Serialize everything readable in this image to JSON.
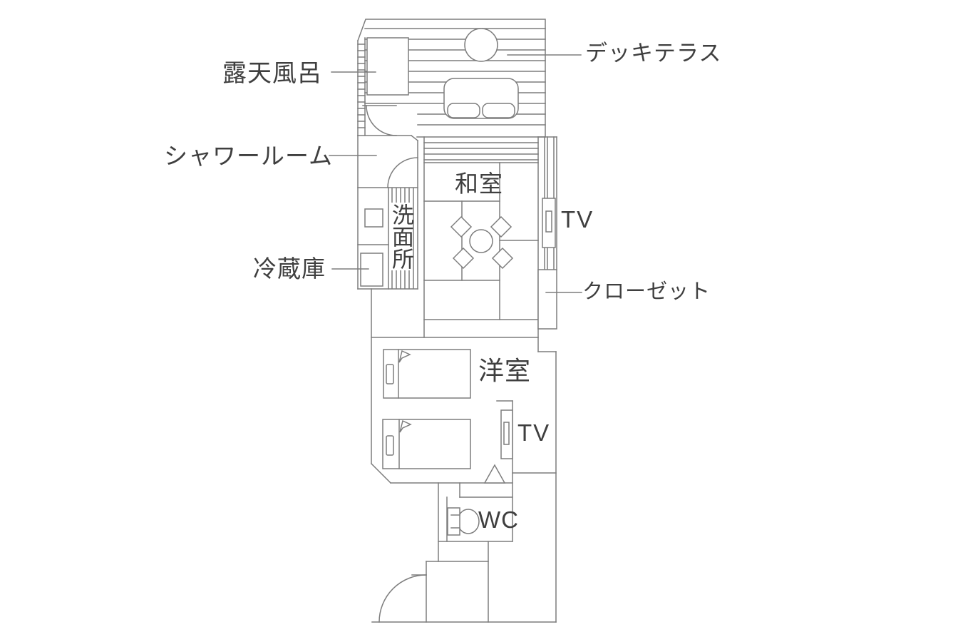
{
  "floor_plan": {
    "title": "ryokan-guest-room-floor-plan",
    "labels": {
      "open_air_bath": "露天風呂",
      "deck_terrace": "デッキテラス",
      "shower_room": "シャワールーム",
      "japanese_room": "和室",
      "tv_japanese_room": "TV",
      "washroom": "洗面所",
      "refrigerator": "冷蔵庫",
      "closet": "クローゼット",
      "western_room": "洋室",
      "tv_western_room": "TV",
      "toilet": "WC"
    },
    "colors": {
      "line": "#7d7d7d",
      "text": "#3f3f3f",
      "background": "#ffffff"
    }
  }
}
